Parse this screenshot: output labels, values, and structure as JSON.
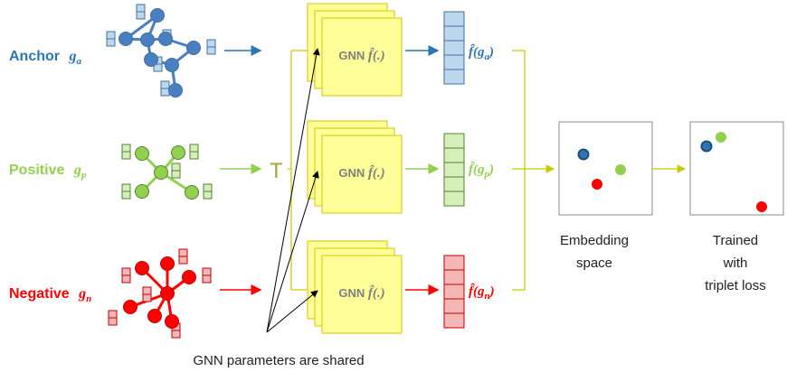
{
  "inputs": [
    {
      "name": "Anchor",
      "sub": "a",
      "color": "#2e75b6",
      "node_fill": "#4a7fc1",
      "box_fill": "#bdd7ee",
      "box_stroke": "#41719c"
    },
    {
      "name": "Positive",
      "sub": "p",
      "color": "#92d050",
      "node_fill": "#92d050",
      "box_fill": "#d5eeba",
      "box_stroke": "#548235"
    },
    {
      "name": "Negative",
      "sub": "n",
      "color": "#ff0000",
      "node_fill": "#ff0000",
      "box_fill": "#f4b6b6",
      "box_stroke": "#c00000"
    }
  ],
  "gnn": {
    "label": "GNN",
    "func": "f̂(.)",
    "fill": "#ffff99",
    "stroke": "#d4c400"
  },
  "outputs": [
    {
      "prefix": "f̂(g",
      "sub": "a",
      "suffix": ")"
    },
    {
      "prefix": "f̂(g",
      "sub": "p",
      "suffix": ")"
    },
    {
      "prefix": "f̂(g",
      "sub": "n",
      "suffix": ")"
    }
  ],
  "symbol_g": "g",
  "t_label": "T",
  "embedding_caption": [
    "Embedding",
    "space"
  ],
  "trained_caption": [
    "Trained",
    "with",
    "triplet loss"
  ],
  "shared_caption": "GNN parameters are shared",
  "connector_color": "#c9c900"
}
